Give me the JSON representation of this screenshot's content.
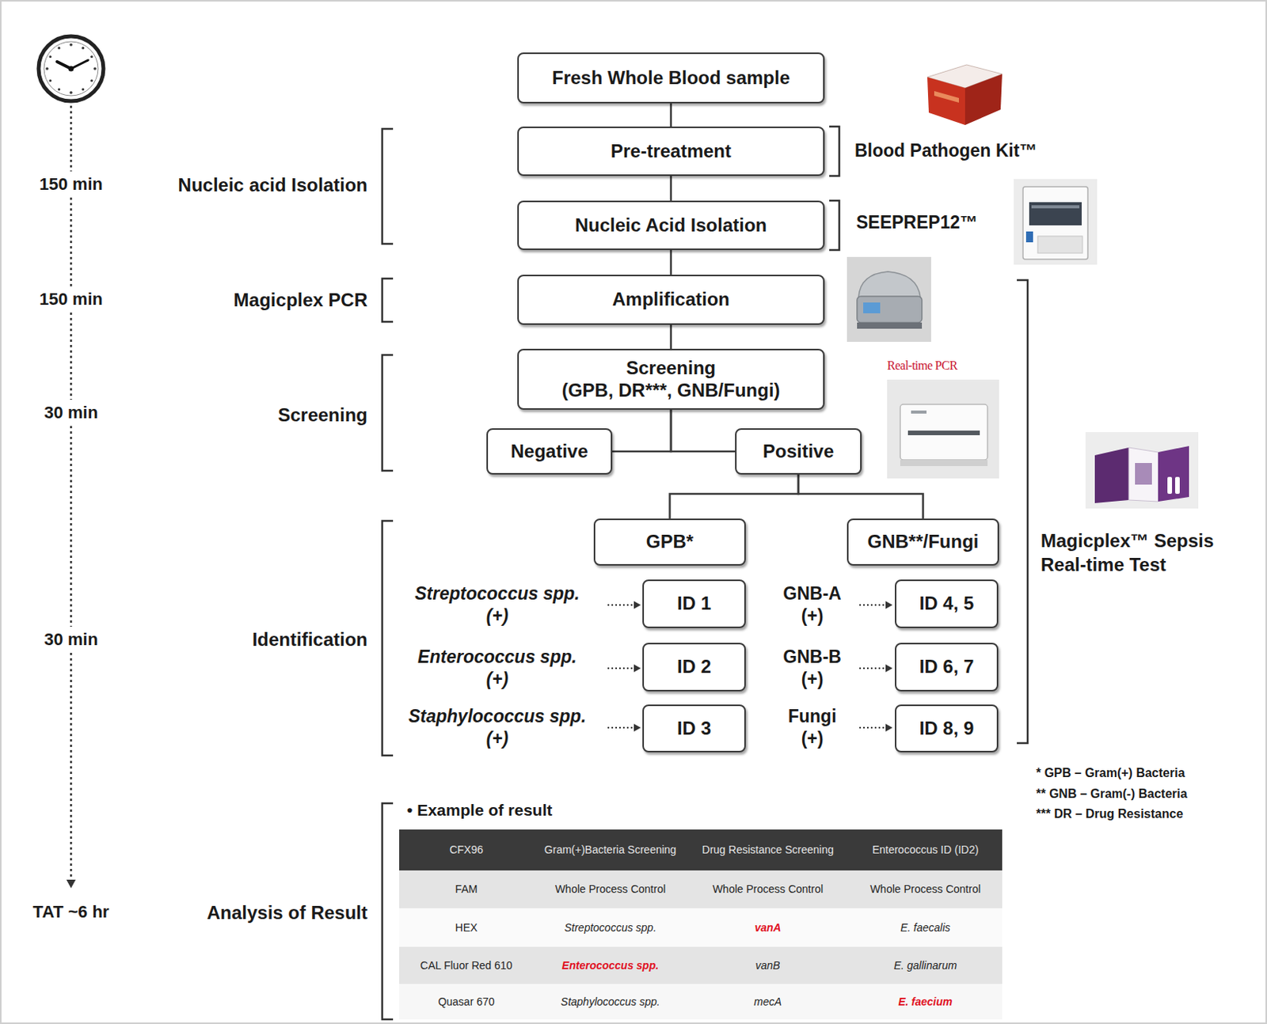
{
  "diagram": {
    "nodes": [
      {
        "text": [
          "Fresh Whole Blood sample"
        ]
      },
      {
        "text": [
          "Pre-treatment"
        ]
      },
      {
        "text": [
          "Nucleic Acid Isolation"
        ]
      },
      {
        "text": [
          "Amplification"
        ]
      },
      {
        "text": [
          "Screening",
          "(GPB, DR***, GNB/Fungi)"
        ]
      },
      {
        "text": [
          "Negative"
        ]
      },
      {
        "text": [
          "Positive"
        ]
      },
      {
        "text": [
          "GPB*"
        ]
      },
      {
        "text": [
          "GNB**/Fungi"
        ]
      },
      {
        "text": [
          "ID 1"
        ]
      },
      {
        "text": [
          "ID 2"
        ]
      },
      {
        "text": [
          "ID 3"
        ]
      },
      {
        "text": [
          "ID 4, 5"
        ]
      },
      {
        "text": [
          "ID 6, 7"
        ]
      },
      {
        "text": [
          "ID 8, 9"
        ]
      }
    ],
    "edges": [
      {
        "from": 0,
        "to": 1,
        "arrow": "none"
      },
      {
        "from": 1,
        "to": 2,
        "arrow": "none"
      },
      {
        "from": 2,
        "to": 3,
        "arrow": "none"
      },
      {
        "from": 3,
        "to": 4,
        "arrow": "none"
      },
      {
        "from": 4,
        "to": 5,
        "arrow": "none"
      },
      {
        "from": 4,
        "to": 6,
        "arrow": "none"
      },
      {
        "from": 6,
        "to": 7,
        "arrow": "none"
      },
      {
        "from": 6,
        "to": 8,
        "arrow": "none"
      }
    ],
    "labels": [
      "150 min",
      "Nucleic acid Isolation",
      "Blood Pathogen Kit™",
      "SEEPREP12™",
      "150 min",
      "Magicplex PCR",
      "Real-time PCR",
      "30 min",
      "Screening",
      "Magicplex™ Sepsis Real-time Test",
      "Streptococcus spp. (+)",
      "GNB-A (+)",
      "30 min",
      "Identification",
      "Enterococcus spp. (+)",
      "GNB-B (+)",
      "Staphylococcus spp. (+)",
      "Fungi (+)",
      "* GPB – Gram(+) Bacteria",
      "** GNB – Gram(-) Bacteria",
      "*** DR – Drug Resistance",
      "• Example of result",
      "TAT ~6 hr",
      "Analysis of Result",
      "CFX96",
      "Gram(+)Bacteria Screening",
      "Drug Resistance Screening",
      "Enterococcus ID (ID2)",
      "FAM",
      "Whole Process Control",
      "Whole Process Control",
      "Whole Process Control",
      "HEX",
      "Streptococcus spp.",
      "vanA",
      "E. faecalis",
      "CAL Fluor Red 610",
      "Enterococcus spp.",
      "vanB",
      "E. gallinarum",
      "Quasar 670",
      "Staphylococcus spp.",
      "mecA",
      "E. faecium"
    ]
  }
}
